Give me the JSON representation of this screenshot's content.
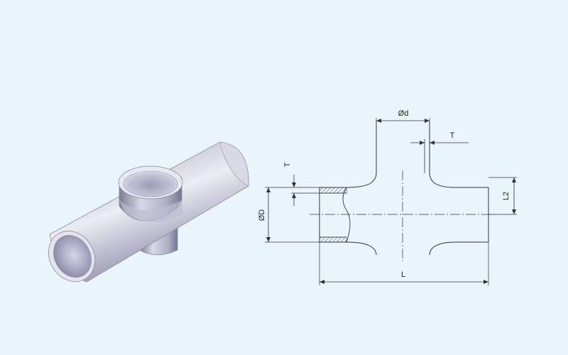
{
  "colors": {
    "background": "#eaf4fb",
    "pipe_light": "#e6e6ee",
    "pipe_mid": "#a9a9c2",
    "pipe_dark": "#6f6f8c",
    "inner_light": "#cfcfe0",
    "inner_dark": "#7d7d99",
    "outline": "#8a8aa0",
    "drawing_line": "#333333",
    "hatch": "#555555"
  },
  "icons": {
    "render": "equal-tee-pipe-3d-render",
    "drawing": "equal-tee-technical-drawing"
  },
  "dimensions": {
    "small_diameter": "Ød",
    "wall_thickness_top": "T",
    "wall_thickness_left": "T",
    "large_diameter": "ØD",
    "branch_height": "L2",
    "length": "L"
  }
}
